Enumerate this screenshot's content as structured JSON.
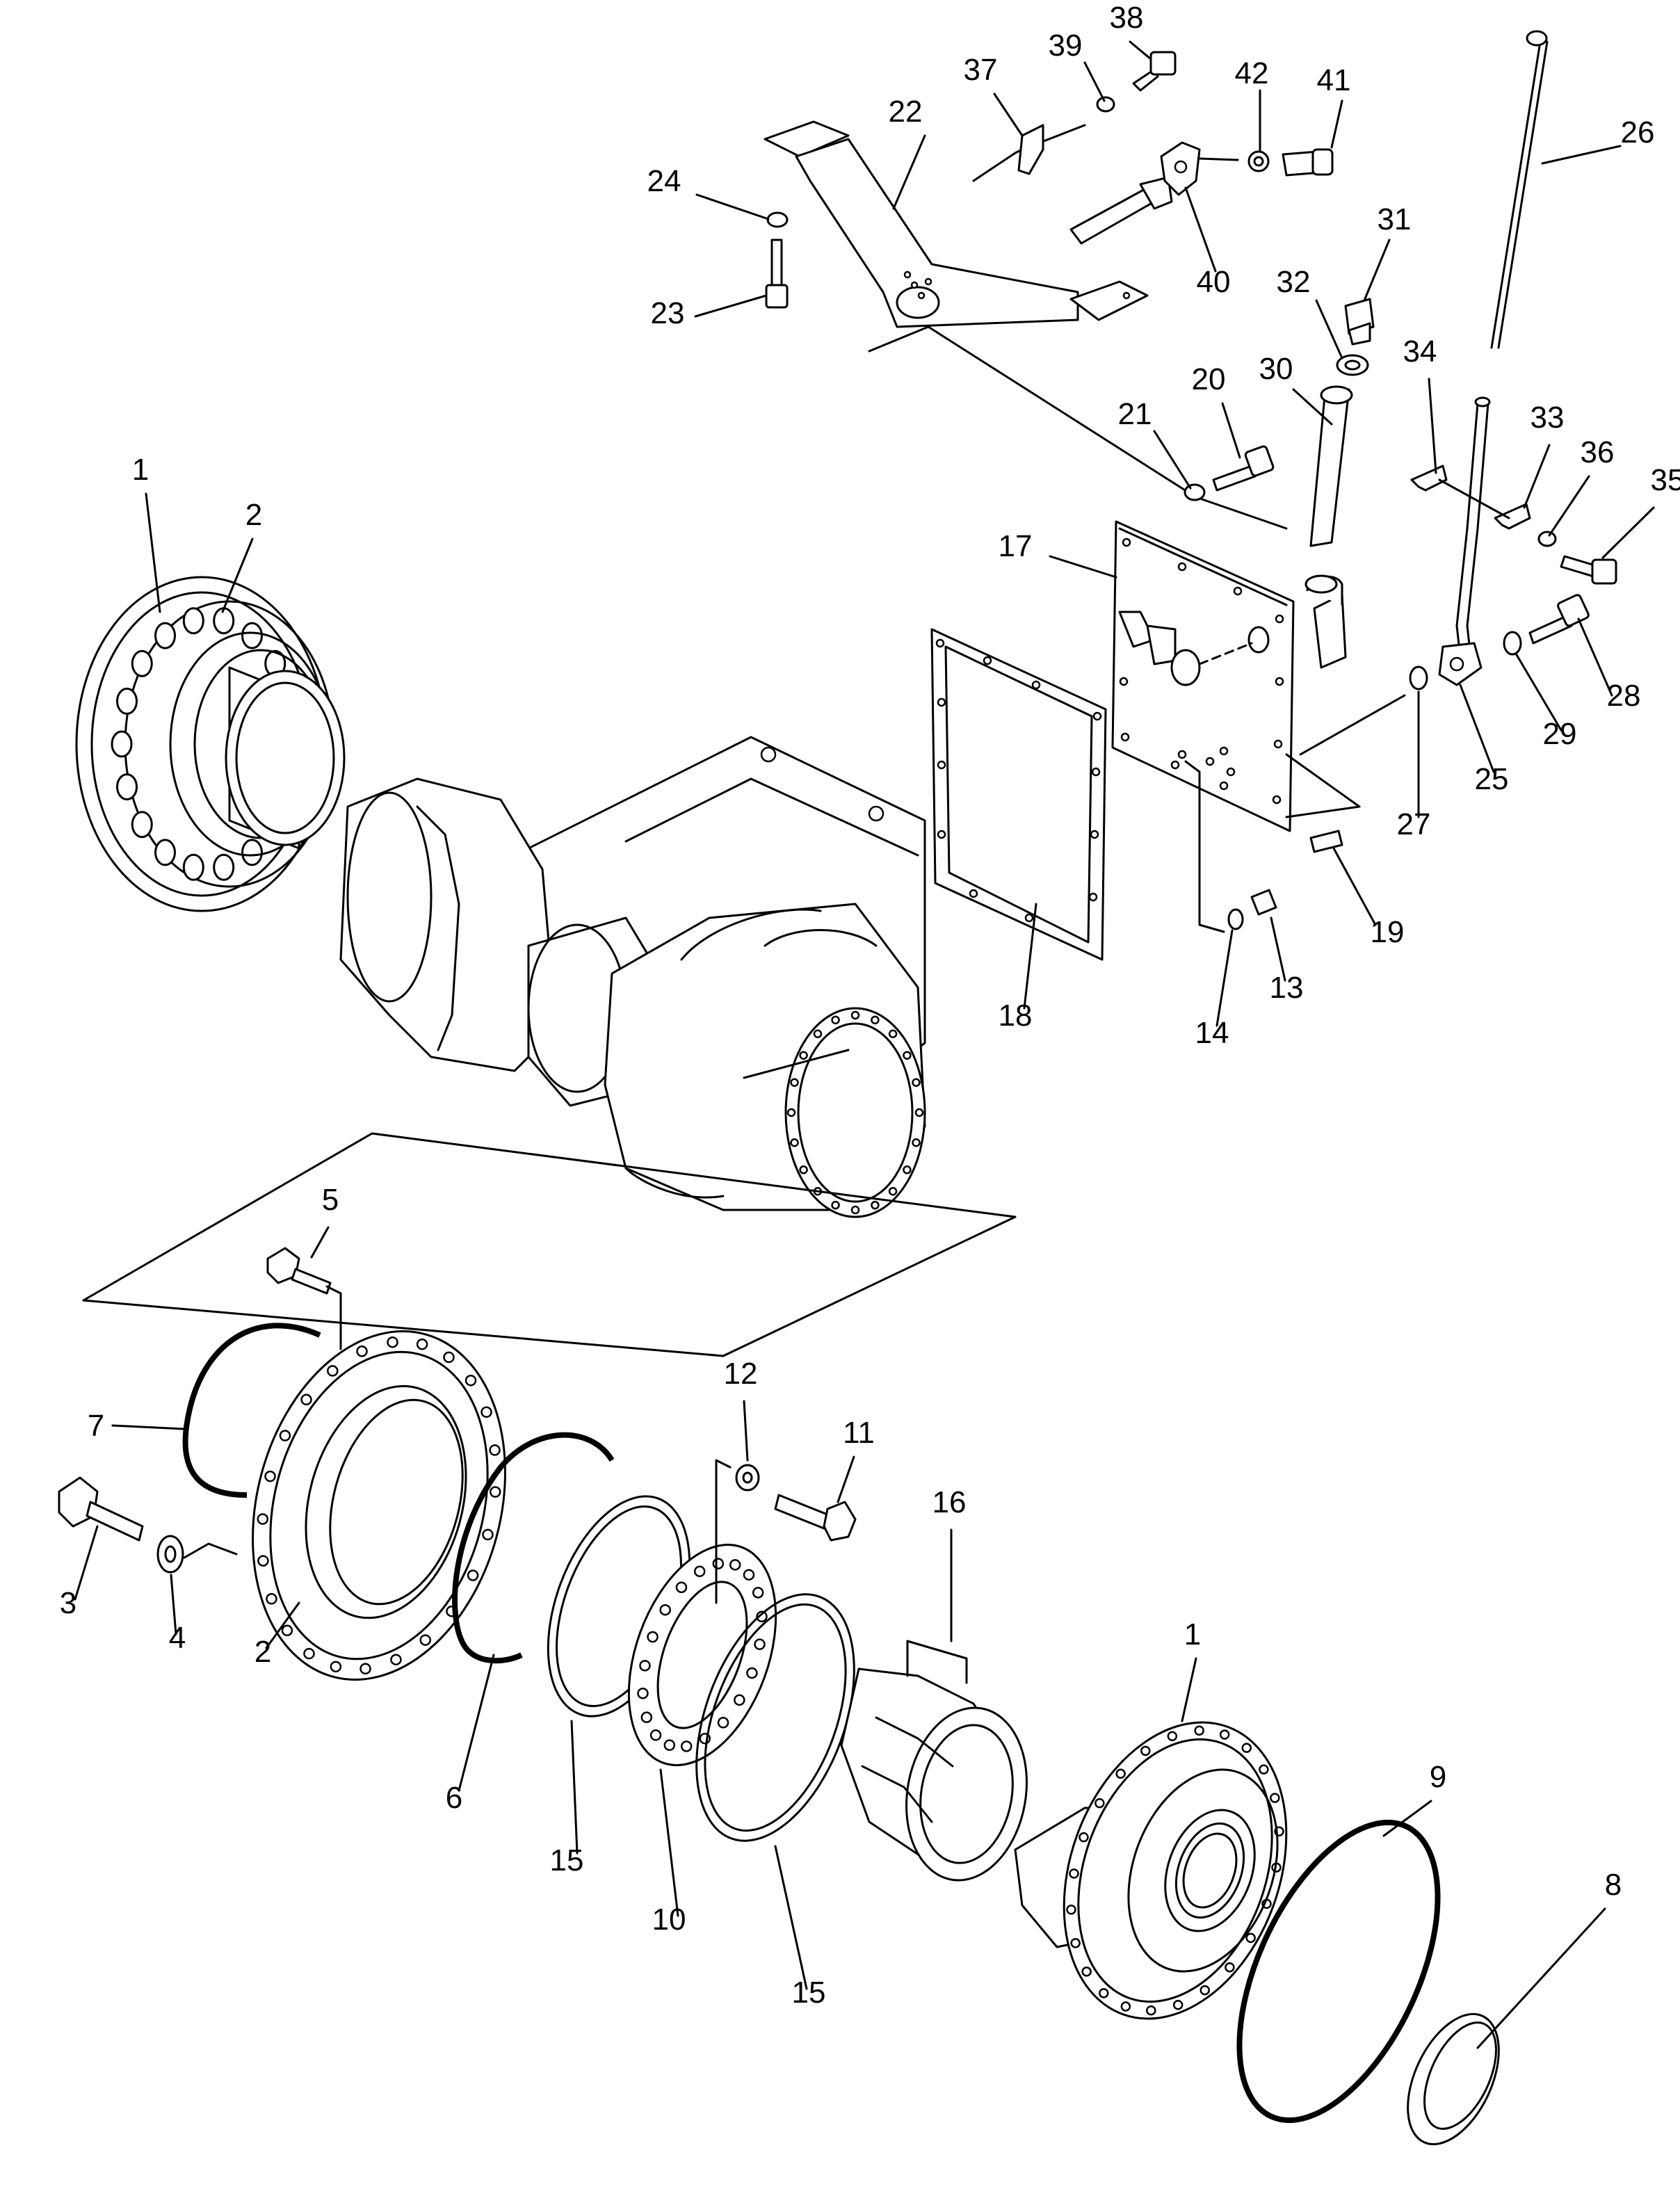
{
  "diagram": {
    "callouts": [
      "1",
      "2",
      "3",
      "4",
      "5",
      "6",
      "7",
      "8",
      "9",
      "10",
      "11",
      "12",
      "13",
      "14",
      "15",
      "16",
      "17",
      "18",
      "19",
      "20",
      "21",
      "22",
      "23",
      "24",
      "25",
      "26",
      "27",
      "28",
      "29",
      "30",
      "31",
      "32",
      "33",
      "34",
      "35",
      "36",
      "37",
      "38",
      "39",
      "40",
      "41",
      "42"
    ],
    "parts": [
      "hub-1-upper",
      "ring-gear-2-upper",
      "axle-housing",
      "plate-17",
      "gasket-18",
      "bracket-22",
      "dipstick-26",
      "guide-25",
      "tube-30",
      "plug-31",
      "washer-32",
      "bolt-23",
      "washer-24",
      "bolt-20",
      "washer-21",
      "bolt-28",
      "washer-29",
      "oring-27",
      "pin-19",
      "plug-13",
      "oring-14",
      "clamp-33",
      "clamp-34",
      "bolt-35",
      "washer-36",
      "clip-37",
      "bolt-38",
      "washer-39",
      "pump-40",
      "bolt-41",
      "washer-42",
      "shaft",
      "bolt-3",
      "washer-4",
      "bolt-5",
      "ring-gear-2-lower",
      "snap-ring-6",
      "snap-ring-7",
      "shim-15a",
      "plate-10",
      "shim-15b",
      "bolt-11",
      "washer-12",
      "bearing-16",
      "hub-1-lower",
      "oring-9",
      "seal-8"
    ]
  }
}
